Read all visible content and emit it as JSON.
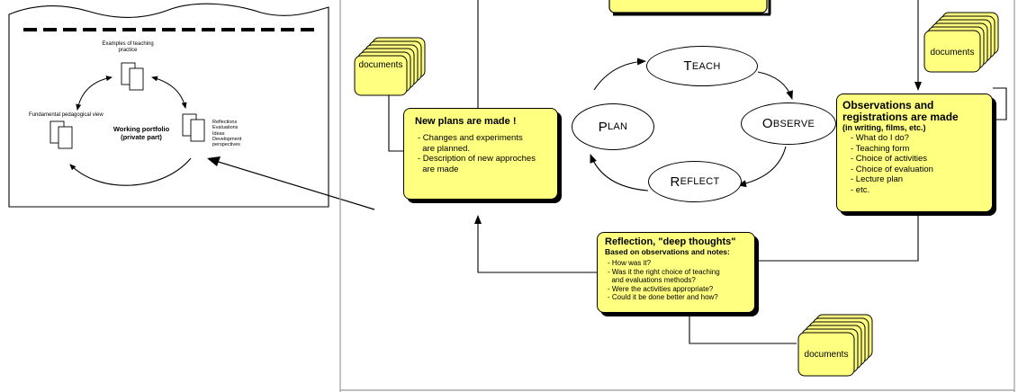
{
  "portfolio": {
    "examples_label": "Examples of teaching practice",
    "fundamental_label": "Fundamental pedagogical view",
    "reflections_items": [
      "Reflections",
      "Evaluations",
      "Ideas",
      "Development perspectives"
    ],
    "title_line1": "Working portfolio",
    "title_line2": "(private part)"
  },
  "cycle": {
    "teach": {
      "first": "T",
      "rest": "EACH"
    },
    "observe": {
      "first": "O",
      "rest": "BSERVE"
    },
    "reflect": {
      "first": "R",
      "rest": "EFLECT"
    },
    "plan": {
      "first": "P",
      "rest": "LAN"
    }
  },
  "new_plans": {
    "title": "New plans are made !",
    "items": [
      "- Changes and experiments",
      "  are planned.",
      "- Description of new approches",
      "  are made"
    ]
  },
  "observations": {
    "title_line1": "Observations and",
    "title_line2": "registrations are made",
    "subtitle": "(in writing, films, etc.)",
    "items": [
      "- What do I do?",
      "- Teaching form",
      "- Choice of activities",
      "- Choice of evaluation",
      "- Lecture plan",
      "- etc."
    ]
  },
  "reflection": {
    "title": "Reflection, \"deep thoughts\"",
    "subtitle": "Based on observations and notes:",
    "items": [
      "- How was it?",
      "- Was it the right choice of teaching",
      "  and evaluations methods?",
      "- Were the activities appropriate?",
      "- Could it be done better and how?"
    ]
  },
  "documents": {
    "left": "documents",
    "right": "documents",
    "bottom": "documents"
  },
  "colors": {
    "box_fill": "#ffff80",
    "line": "#000000",
    "frame_line": "#999999"
  }
}
